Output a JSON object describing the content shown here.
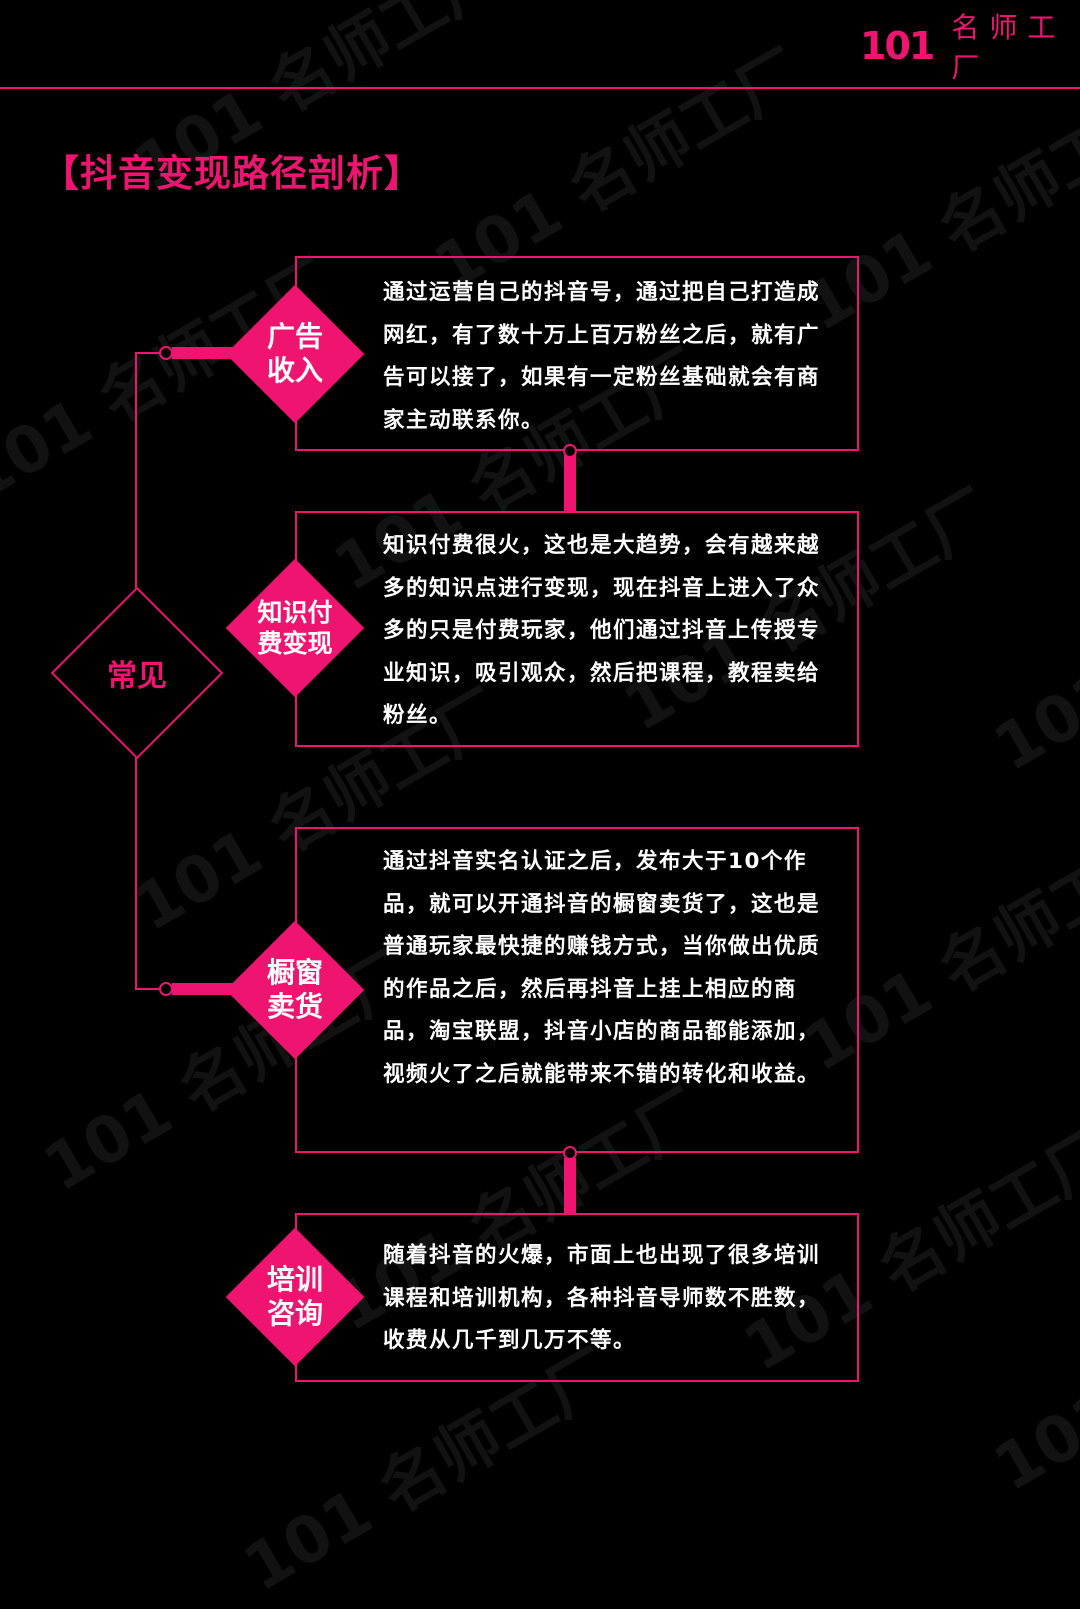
{
  "header": {
    "logo_number": "101",
    "logo_name": "名师工厂",
    "accent_color": "#ee1470"
  },
  "page_title": "【抖音变现路径剖析】",
  "watermark": "101 名师工厂",
  "root_node": {
    "label": "常见"
  },
  "paths": [
    {
      "label_line1": "广告",
      "label_line2": "收入",
      "description": "通过运营自己的抖音号，通过把自己打造成网红，有了数十万上百万粉丝之后，就有广告可以接了，如果有一定粉丝基础就会有商家主动联系你。"
    },
    {
      "label_line1": "知识付",
      "label_line2": "费变现",
      "description": "知识付费很火，这也是大趋势，会有越来越多的知识点进行变现，现在抖音上进入了众多的只是付费玩家，他们通过抖音上传授专业知识，吸引观众，然后把课程，教程卖给粉丝。"
    },
    {
      "label_line1": "橱窗",
      "label_line2": "卖货",
      "description": "通过抖音实名认证之后，发布大于10个作品，就可以开通抖音的橱窗卖货了，这也是普通玩家最快捷的赚钱方式，当你做出优质的作品之后，然后再抖音上挂上相应的商品，淘宝联盟，抖音小店的商品都能添加，视频火了之后就能带来不错的转化和收益。"
    },
    {
      "label_line1": "培训",
      "label_line2": "咨询",
      "description": "随着抖音的火爆，市面上也出现了很多培训课程和培训机构，各种抖音导师数不胜数，收费从几千到几万不等。"
    }
  ]
}
